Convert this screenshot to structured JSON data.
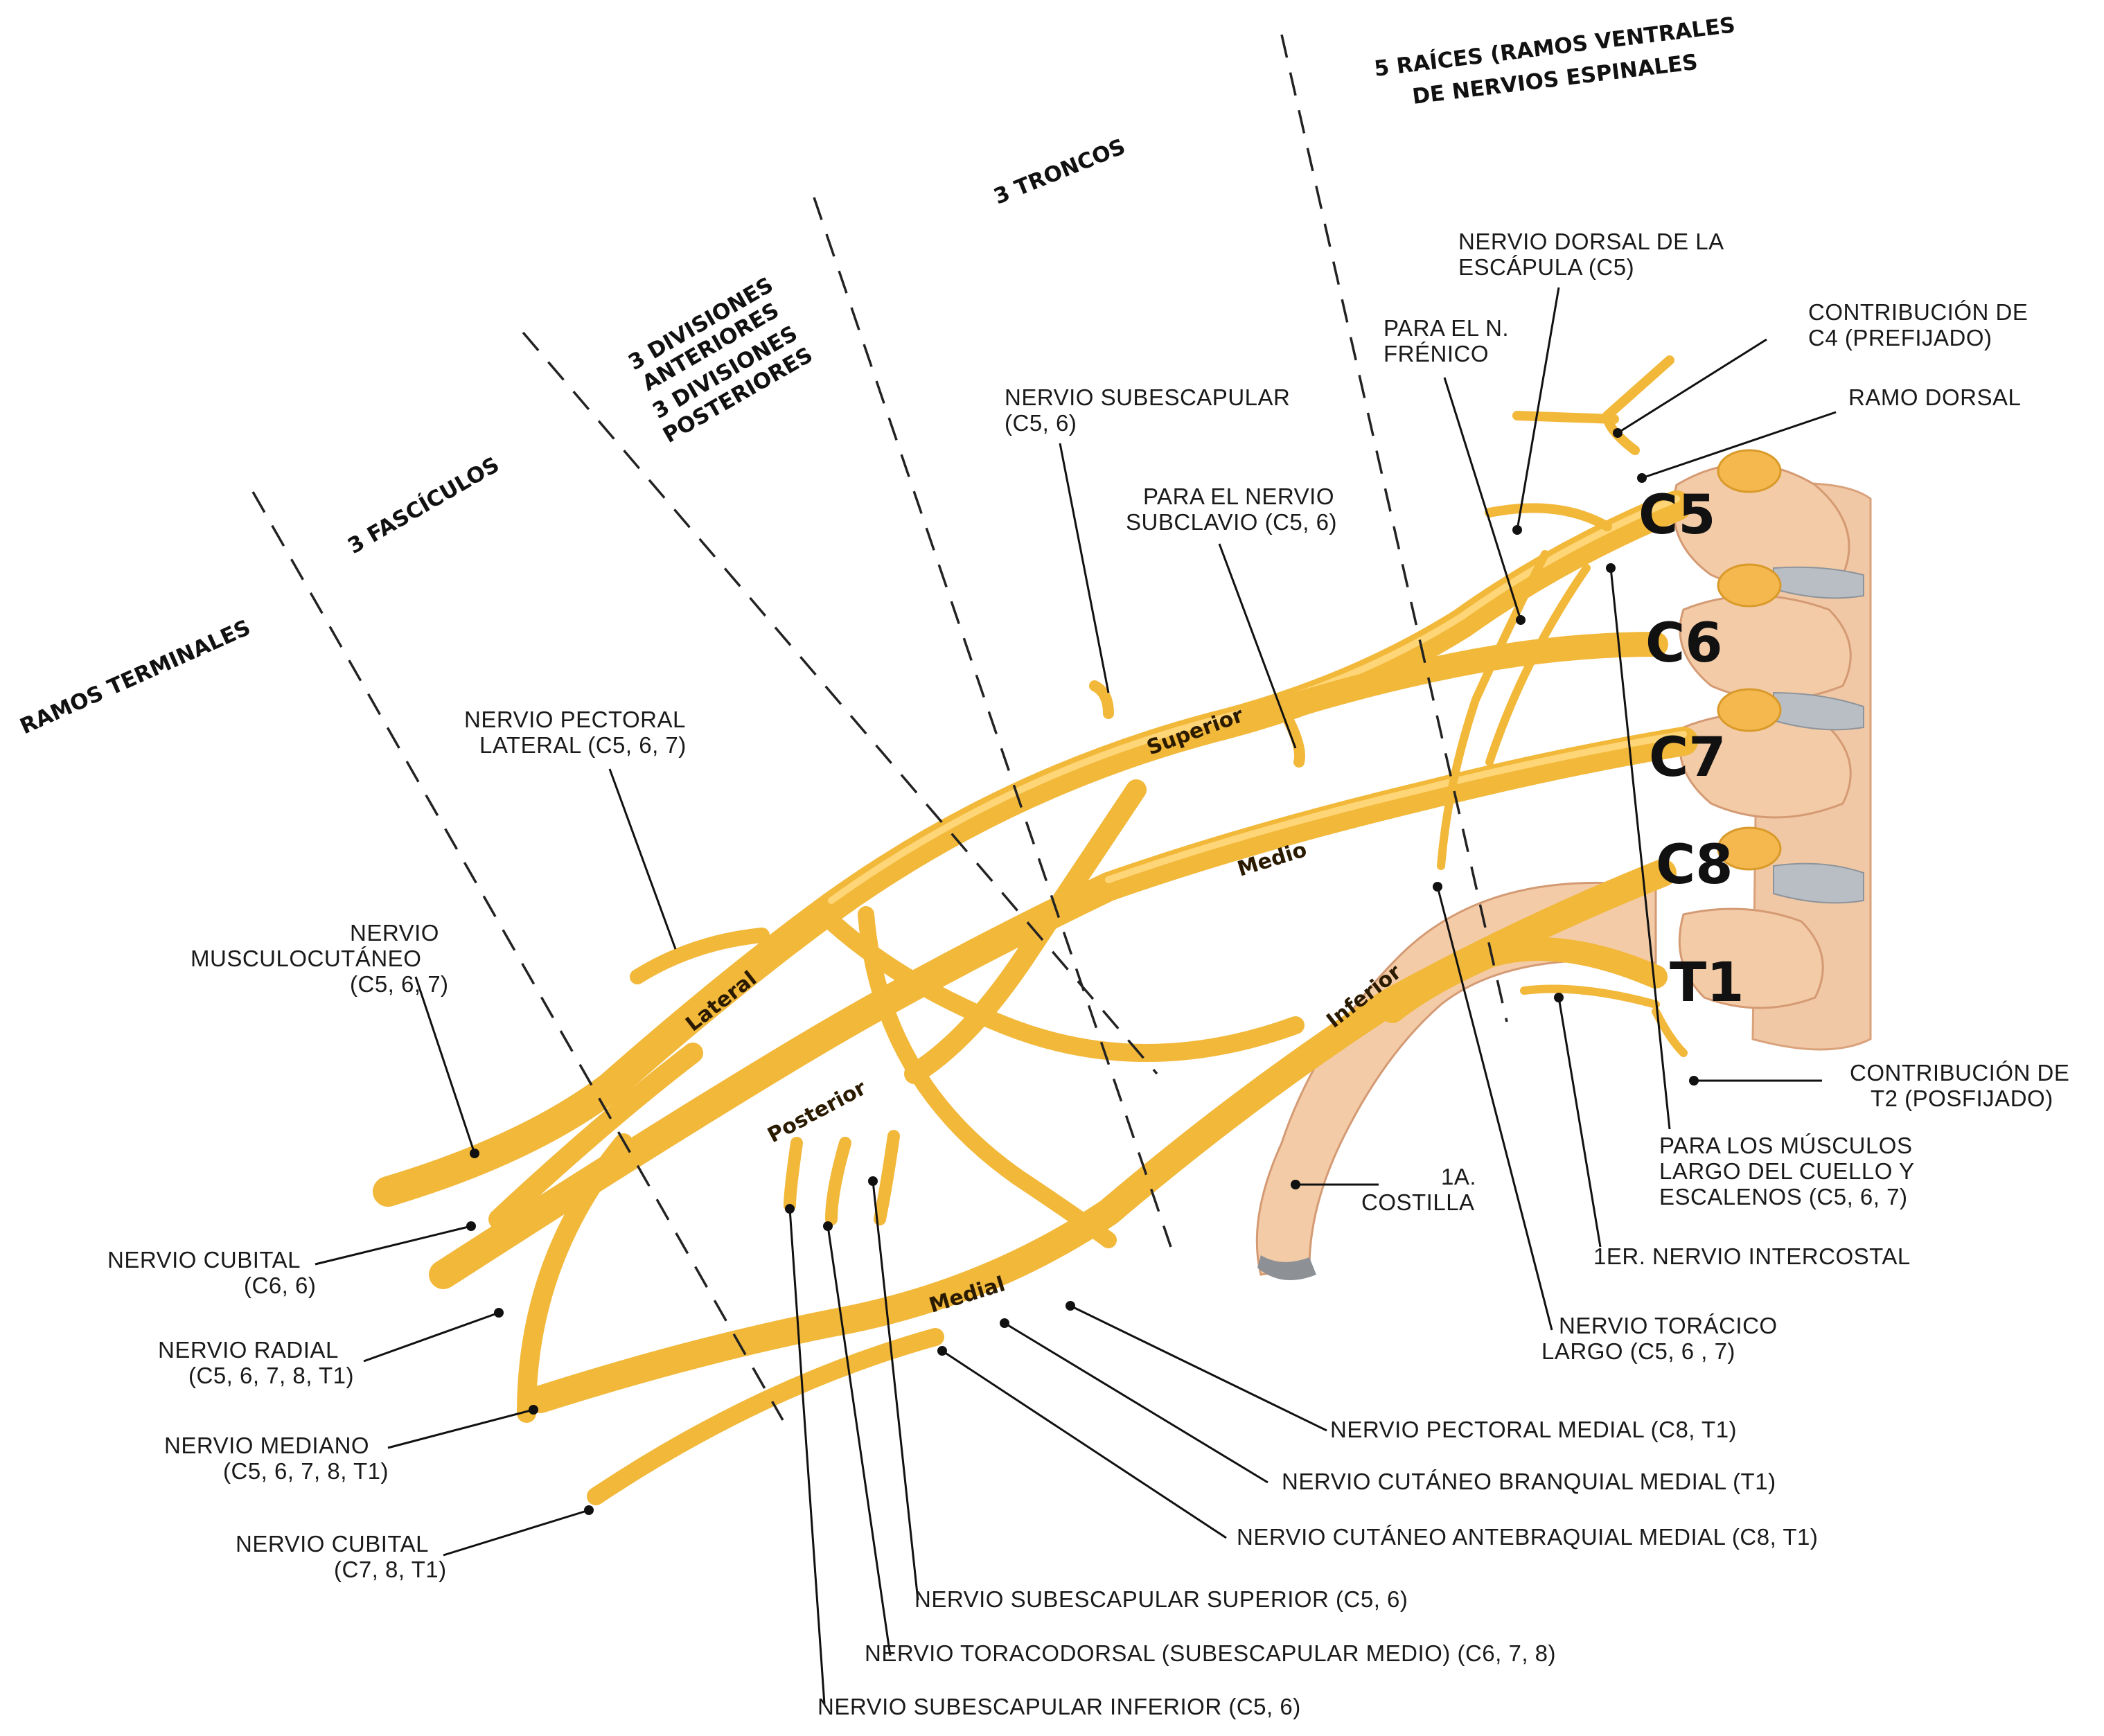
{
  "sections": {
    "roots": [
      "5 RAÍCES (RAMOS VENTRALES",
      "DE NERVIOS ESPINALES"
    ],
    "trunks": "3 TRONCOS",
    "anterior": [
      "3 DIVISIONES",
      "ANTERIORES"
    ],
    "posterior": [
      "3 DIVISIONES",
      "POSTERIORES"
    ],
    "cords": "3 FASCÍCULOS",
    "terminal": "RAMOS TERMINALES"
  },
  "roots": [
    "C5",
    "C6",
    "C7",
    "C8",
    "T1"
  ],
  "structures": {
    "superior": "Superior",
    "medio": "Medio",
    "inferior": "Inferior",
    "lateral": "Lateral",
    "posterior": "Posterior",
    "medial": "Medial"
  },
  "labels": {
    "dorsal_escapula": [
      "NERVIO DORSAL DE LA",
      "ESCÁPULA (C5)"
    ],
    "frenico": [
      "PARA EL N.",
      "FRÉNICO"
    ],
    "c4": [
      "CONTRIBUCIÓN DE",
      "C4 (PREFIJADO)"
    ],
    "ramo_dorsal": "RAMO DORSAL",
    "subescapular": [
      "NERVIO SUBESCAPULAR",
      "(C5, 6)"
    ],
    "subclavio": [
      "PARA EL NERVIO",
      "SUBCLAVIO (C5, 6)"
    ],
    "pectoral_lateral": [
      "NERVIO PECTORAL",
      "LATERAL (C5, 6, 7)"
    ],
    "musculocutaneo": [
      "NERVIO",
      "MUSCULOCUTÁNEO",
      "(C5, 6, 7)"
    ],
    "t2": [
      "CONTRIBUCIÓN DE",
      "T2 (POSFIJADO)"
    ],
    "largo_cuello": [
      "PARA LOS MÚSCULOS",
      "LARGO DEL CUELLO Y",
      "ESCALENOS (C5, 6, 7)"
    ],
    "costilla": [
      "1A.",
      "COSTILLA"
    ],
    "intercostal": "1ER. NERVIO INTERCOSTAL",
    "toracico_largo": [
      "NERVIO TORÁCICO",
      "LARGO (C5, 6 , 7)"
    ],
    "cubital_1": [
      "NERVIO CUBITAL",
      "(C6, 6)"
    ],
    "radial": [
      "NERVIO RADIAL",
      "(C5, 6, 7, 8, T1)"
    ],
    "mediano": [
      "NERVIO MEDIANO",
      "(C5, 6, 7, 8, T1)"
    ],
    "cubital_2": [
      "NERVIO CUBITAL",
      "(C7, 8, T1)"
    ],
    "pectoral_medial": "NERVIO PECTORAL MEDIAL (C8, T1)",
    "cutaneo_branquial": "NERVIO CUTÁNEO BRANQUIAL MEDIAL (T1)",
    "cutaneo_antebraquial": "NERVIO CUTÁNEO ANTEBRAQUIAL MEDIAL (C8, T1)",
    "subescapular_superior": "NERVIO SUBESCAPULAR SUPERIOR (C5, 6)",
    "toracodorsal": "NERVIO TORACODORSAL (SUBESCAPULAR MEDIO) (C6, 7, 8)",
    "subescapular_inferior": "NERVIO SUBESCAPULAR INFERIOR (C5, 6)"
  },
  "colors": {
    "nerve": "#f2b83a",
    "nerve_highlight": "#ffd677",
    "bone": "#f3c9a4",
    "disc": "#b9bec4"
  }
}
